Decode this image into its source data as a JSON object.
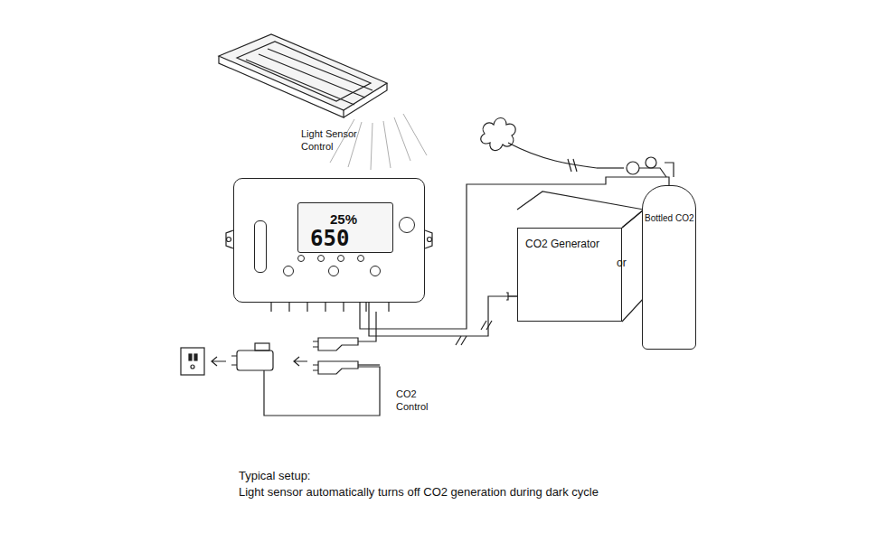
{
  "diagram": {
    "title": "Typical setup:",
    "caption": "Light sensor automatically turns off CO2 generation during dark cycle",
    "nodes": [
      {
        "text": [
          "25%",
          "650"
        ]
      },
      {
        "text": [
          "CO2 Generator"
        ]
      },
      {
        "text": [
          "Bottled CO2"
        ]
      }
    ],
    "edges": [
      {
        "from": 0,
        "to": 1,
        "arrow": "none"
      },
      {
        "from": 0,
        "to": 2,
        "arrow": "none"
      }
    ],
    "labels": [
      "Light Sensor Control",
      "or",
      "CO2 Control"
    ]
  }
}
